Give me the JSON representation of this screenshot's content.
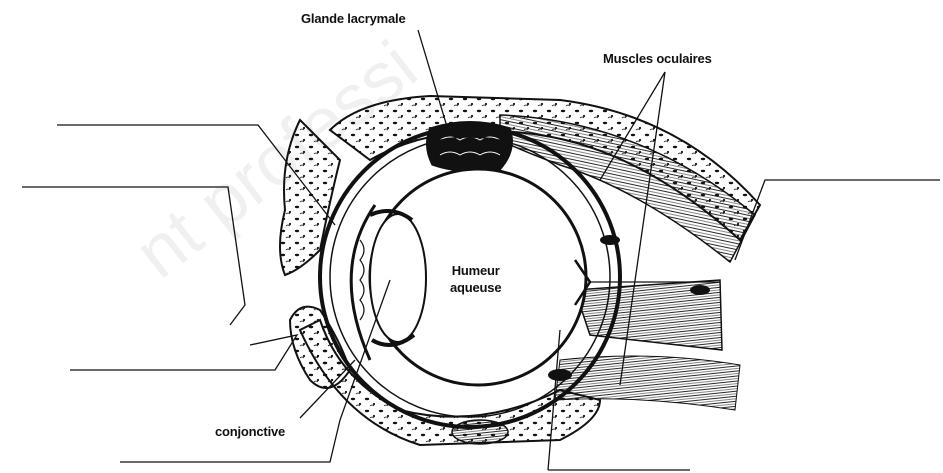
{
  "diagram": {
    "labels": {
      "lacrimal_gland": "Glande lacrymale",
      "eye_muscles": "Muscles oculaires",
      "aqueous_humor_line1": "Humeur",
      "aqueous_humor_line2": "aqueuse",
      "conjunctiva": "conjonctive"
    },
    "watermark": "nt professi",
    "blank_label_lines": 6,
    "colors": {
      "ink": "#111111",
      "paper": "#ffffff"
    }
  }
}
